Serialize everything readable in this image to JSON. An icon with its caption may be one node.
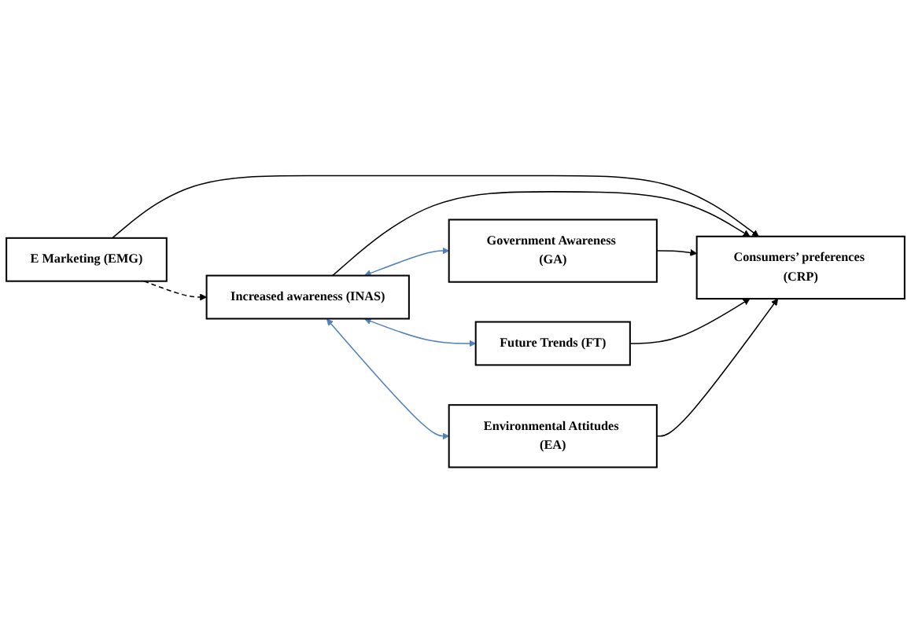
{
  "diagram": {
    "nodes": [
      {
        "text": [
          "E Marketing (EMG)"
        ]
      },
      {
        "text": [
          "Increased awareness (INAS)"
        ]
      },
      {
        "text": [
          "Government Awareness (GA)"
        ]
      },
      {
        "text": [
          "Future Trends (FT)"
        ]
      },
      {
        "text": [
          "Environmental Attitudes (EA)"
        ]
      },
      {
        "text": [
          "Consumers’ preferences (CRP)"
        ]
      }
    ],
    "edges": [
      {
        "from": 0,
        "to": 1,
        "arrow": "to",
        "style": "dashed"
      },
      {
        "from": 0,
        "to": 5,
        "arrow": "to"
      },
      {
        "from": 1,
        "to": 5,
        "arrow": "to"
      },
      {
        "from": 2,
        "to": 5,
        "arrow": "to"
      },
      {
        "from": 3,
        "to": 5,
        "arrow": "to"
      },
      {
        "from": 4,
        "to": 5,
        "arrow": "to"
      },
      {
        "from": 1,
        "to": 2,
        "arrow": "both",
        "color": "#4f81bd"
      },
      {
        "from": 1,
        "to": 3,
        "arrow": "both",
        "color": "#4f81bd"
      },
      {
        "from": 1,
        "to": 4,
        "arrow": "both",
        "color": "#4f81bd"
      }
    ]
  }
}
